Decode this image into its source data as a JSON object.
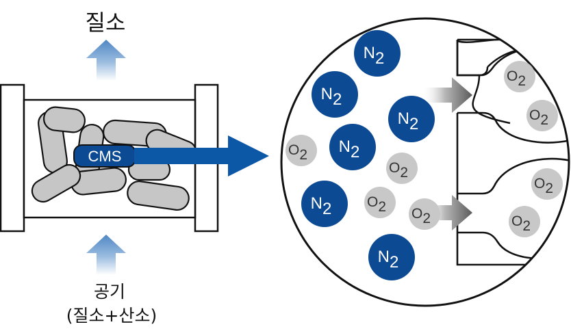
{
  "labels": {
    "output_gas": "질소",
    "input_gas_line1": "공기",
    "input_gas_line2": "(질소+산소)",
    "adsorbent": "CMS"
  },
  "molecules": {
    "nitrogen": {
      "symbol": "N",
      "subscript": "2"
    },
    "oxygen": {
      "symbol": "O",
      "subscript": "2"
    }
  },
  "colors": {
    "nitrogen_fill": "#0c4a93",
    "oxygen_fill": "#c8c8c8",
    "arrow_blue": "#0c57a6",
    "arrow_light_blue": "#5a8ec6",
    "pellet_fill": "#c6c6c6",
    "line": "#111111"
  }
}
